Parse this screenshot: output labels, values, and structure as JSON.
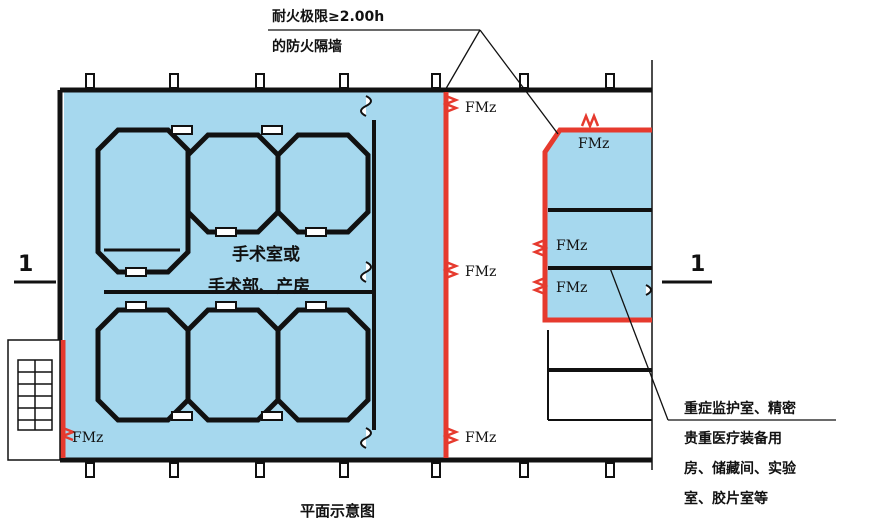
{
  "callout_top": {
    "line1": "耐火极限≥2.00h",
    "line2": "的防火隔墙"
  },
  "room_label": {
    "line1": "手术室或",
    "line2": "手术部、产房"
  },
  "door_label": "FMz",
  "axis_label": "1",
  "callout_bottom": {
    "line1": "重症监护室、精密",
    "line2": "贵重医疗装备用",
    "line3": "房、储藏间、实验",
    "line4": "室、胶片室等"
  },
  "caption": "平面示意图",
  "colors": {
    "room_fill": "#a6d8ee",
    "fire_wall": "#e63a2e",
    "wall": "#111111"
  }
}
